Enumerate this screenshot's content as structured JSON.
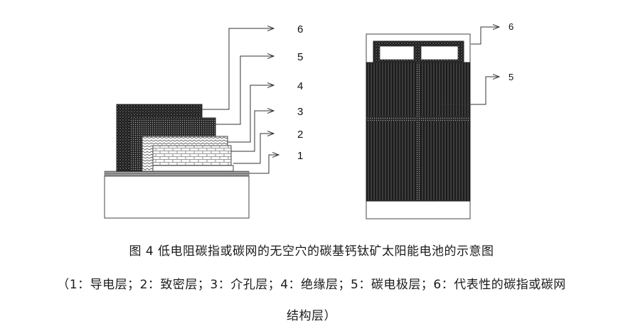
{
  "figure": {
    "left_labels": [
      "6",
      "5",
      "4",
      "3",
      "2",
      "1"
    ],
    "right_labels": [
      "6",
      "5"
    ]
  },
  "caption": {
    "title": "图 4  低电阻碳指或碳网的无空穴的碳基钙钛矿太阳能电池的示意图",
    "legend_line1": "（1：导电层；2：致密层；3：介孔层；4：绝缘层；5：碳电极层；6：代表性的碳指或碳网",
    "legend_line2": "结构层）"
  },
  "colors": {
    "dark_fill": "#1c1c1c",
    "line": "#333333",
    "substrate_stripe": "#8a8a8a"
  }
}
